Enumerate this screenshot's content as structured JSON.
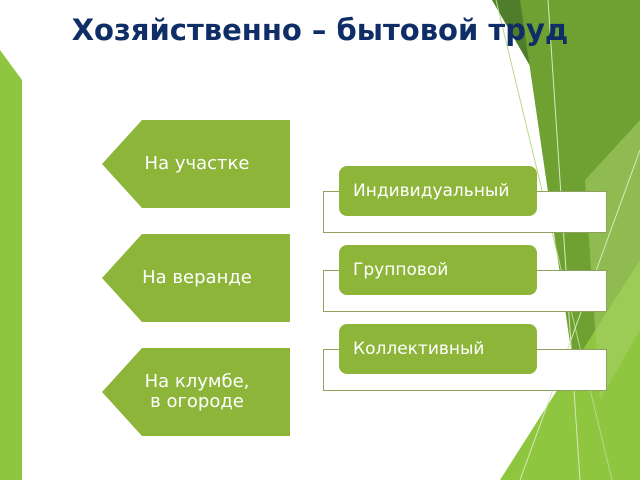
{
  "title": "Хозяйственно – бытовой труд",
  "places": [
    {
      "label": "На участке"
    },
    {
      "label": "На веранде"
    },
    {
      "label": "На клумбе, в огороде"
    }
  ],
  "forms": [
    {
      "label": "Индивидуальный"
    },
    {
      "label": "Групповой"
    },
    {
      "label": "Коллективный"
    }
  ],
  "colors": {
    "accent_green": "#8db53a",
    "title_blue": "#0f2d66",
    "frame_border": "#8ca25e"
  }
}
